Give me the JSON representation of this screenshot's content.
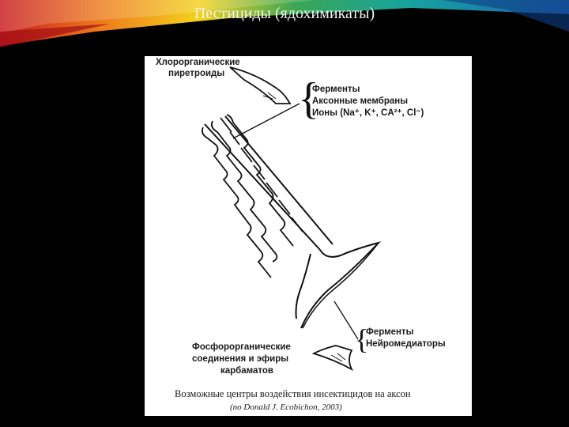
{
  "slide": {
    "title": "Пестициды (ядохимикаты)"
  },
  "figure": {
    "top_left_label": [
      "Хлорорганические",
      "пиретроиды"
    ],
    "top_right_targets": [
      "Ферменты",
      "Аксонные мембраны",
      "Ионы (Na⁺, K⁺, CA²⁺, Cl⁻)"
    ],
    "bottom_right_targets": [
      "Ферменты",
      "Нейромедиаторы"
    ],
    "bottom_left_label": [
      "Фосфорорганические",
      "соединения и эфиры",
      "карбаматов"
    ],
    "caption": "Возможные центры воздействия инсектицидов на аксон",
    "source": "(по Donald J. Ecobichon, 2003)"
  },
  "colors": {
    "background": "#000000",
    "band_red": "#c8191e",
    "band_orange": "#ef7d1a",
    "band_yellow": "#f3d21c",
    "band_green": "#3aa655",
    "band_teal": "#17a3a0",
    "band_blue": "#1e5fb0"
  }
}
